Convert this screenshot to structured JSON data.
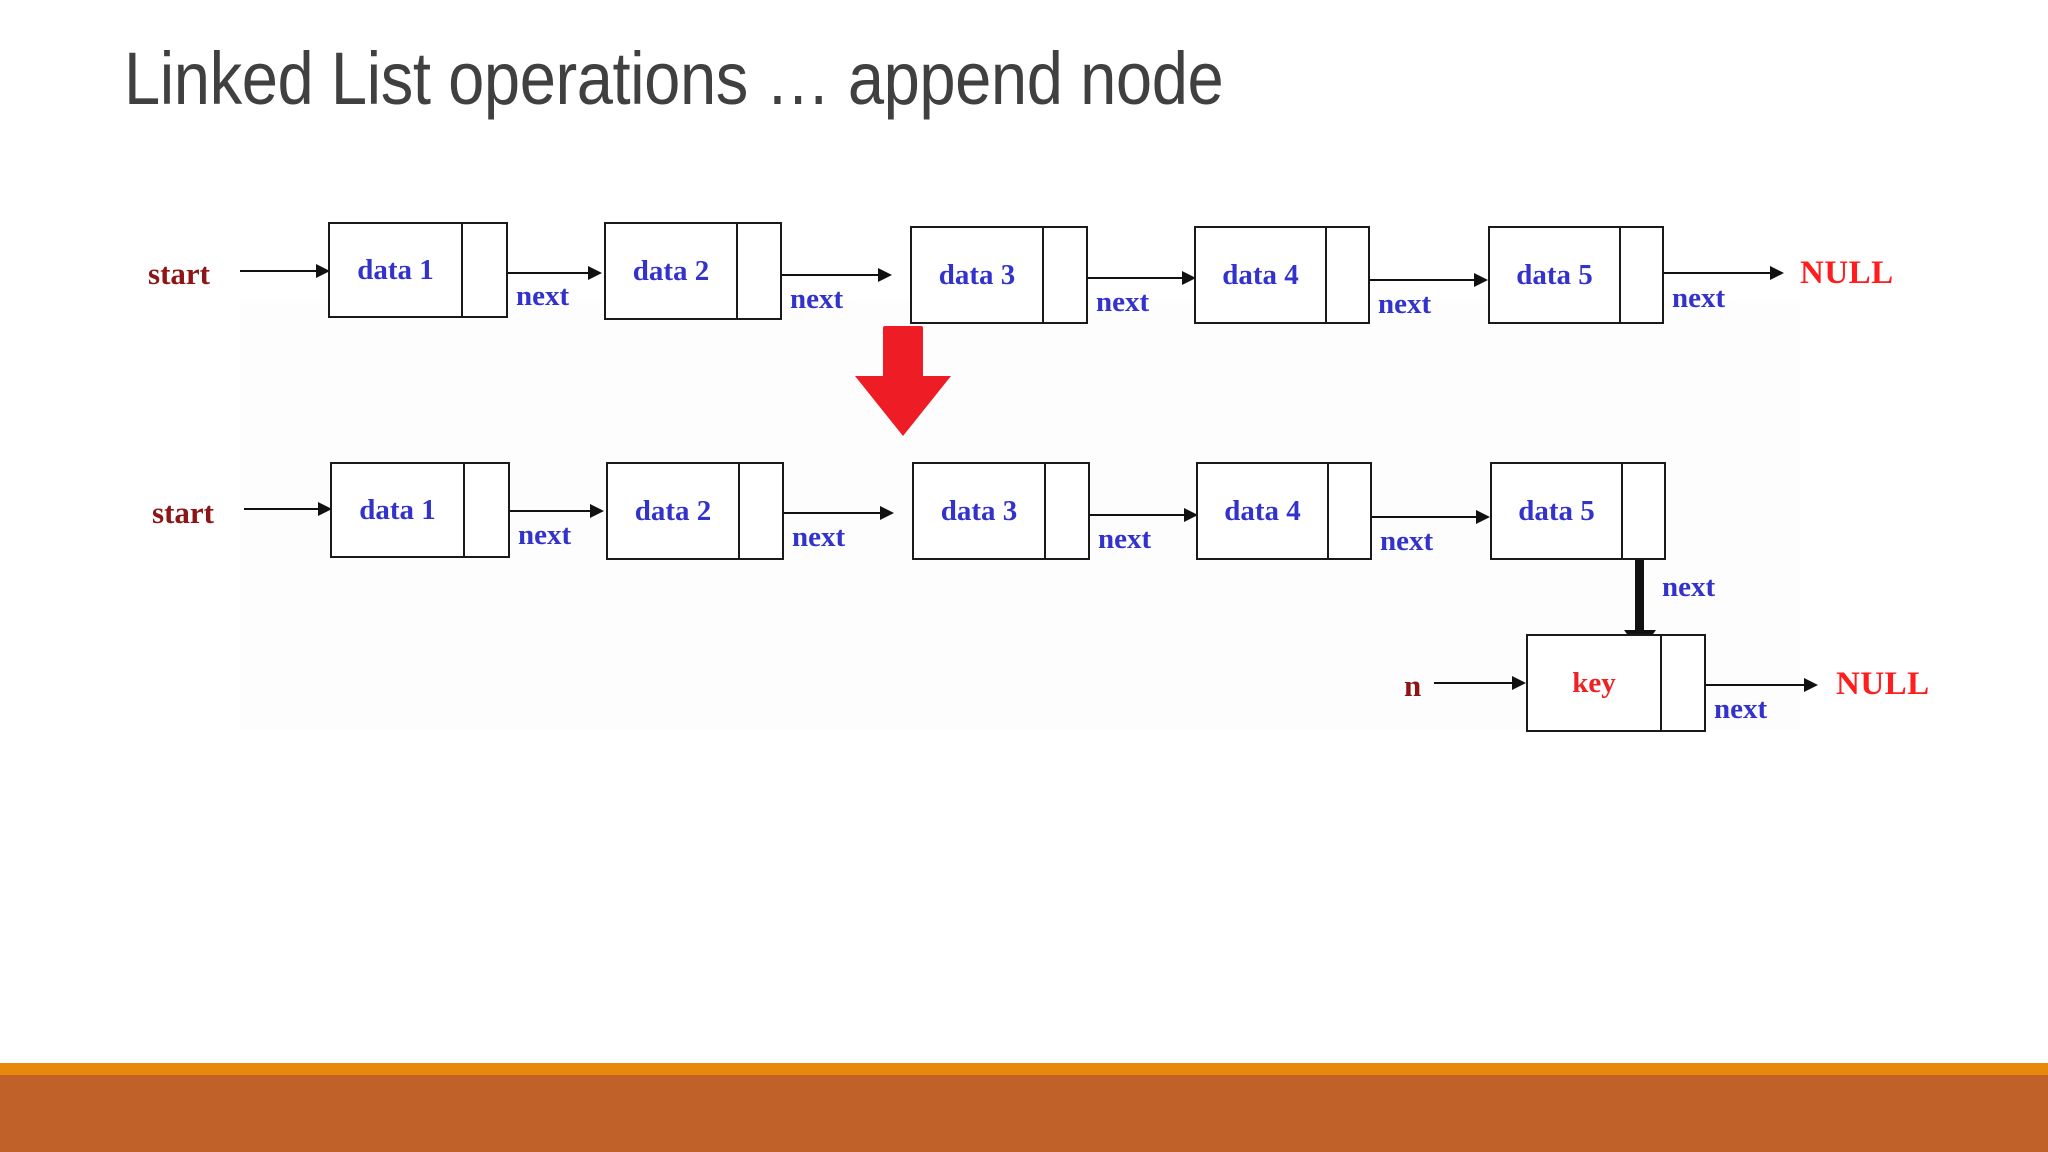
{
  "slide": {
    "title": "Linked List operations … append node",
    "background_color": "#ffffff"
  },
  "colors": {
    "node_text": "#3333cc",
    "key_text": "#ee2222",
    "null_text": "#ff1d1d",
    "pointer_label": "#3333cc",
    "start_label": "#8d1515",
    "title_text": "#404040",
    "transition_arrow": "#ee1c24",
    "bar_orange": "#e8890c",
    "bar_terracotta": "#c1612a",
    "stroke": "#111111"
  },
  "before": {
    "head_label": "start",
    "nodes": [
      {
        "data": "data 1",
        "pointer_label": "next"
      },
      {
        "data": "data 2",
        "pointer_label": "next"
      },
      {
        "data": "data 3",
        "pointer_label": "next"
      },
      {
        "data": "data 4",
        "pointer_label": "next"
      },
      {
        "data": "data 5",
        "pointer_label": "next"
      }
    ],
    "terminator": "NULL"
  },
  "after": {
    "head_label": "start",
    "nodes": [
      {
        "data": "data 1",
        "pointer_label": "next"
      },
      {
        "data": "data 2",
        "pointer_label": "next"
      },
      {
        "data": "data 3",
        "pointer_label": "next"
      },
      {
        "data": "data 4",
        "pointer_label": "next"
      },
      {
        "data": "data 5",
        "pointer_label": "next"
      }
    ],
    "new_node": {
      "ref_label": "n",
      "data": "key",
      "pointer_label": "next",
      "terminator": "NULL"
    }
  },
  "transition": {
    "icon": "down-arrow-icon"
  }
}
